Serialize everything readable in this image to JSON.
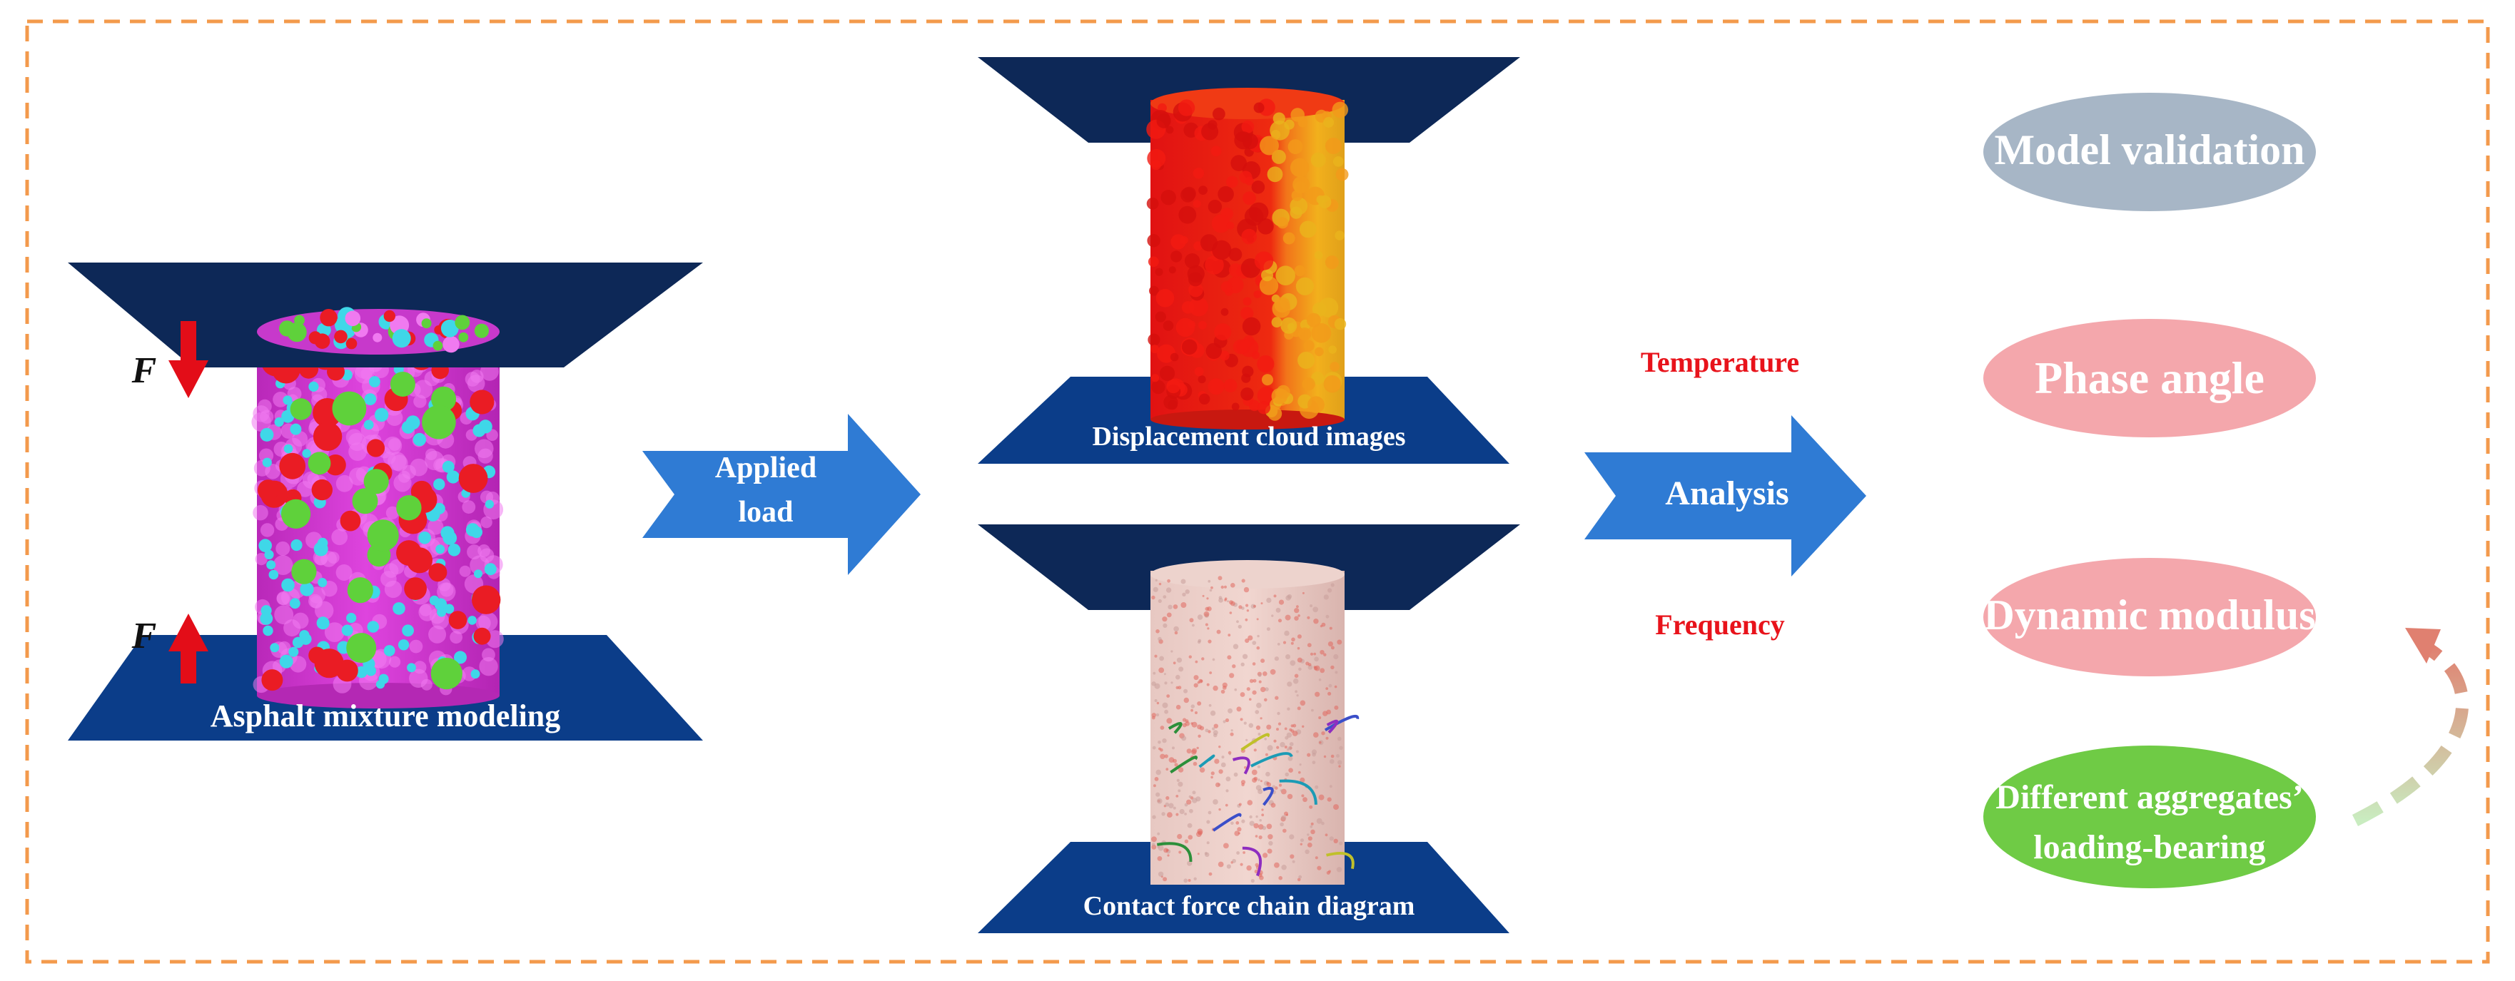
{
  "diagram": {
    "left_panel": {
      "caption": "Asphalt mixture modeling",
      "force_label_top": "F",
      "force_label_bottom": "F"
    },
    "arrow_1": {
      "line1": "Applied",
      "line2": "load"
    },
    "middle_top": {
      "caption": "Displacement cloud images"
    },
    "middle_bottom": {
      "caption": "Contact force chain diagram"
    },
    "arrow_2": {
      "label": "Analysis",
      "above": "Temperature",
      "below": "Frequency"
    },
    "outcomes": [
      {
        "label": "Model validation",
        "color": "#a7b6c6"
      },
      {
        "label": "Phase angle",
        "color": "#f4a7ac"
      },
      {
        "label": "Dynamic modulus",
        "color": "#f4a7ac"
      },
      {
        "line1": "Different aggregates’",
        "line2": "loading-bearing",
        "color": "#6fcb45"
      }
    ],
    "colors": {
      "frame": "#f39a4c",
      "platen": "#0d2857",
      "plate": "#0b3d89",
      "arrow": "#2f7bd4",
      "force": "#e30d18",
      "mortar": "#d83ad8",
      "aggregate_red": "#ea1c24",
      "aggregate_green": "#5fd13b",
      "aggregate_cyan": "#3fd7e8"
    }
  }
}
